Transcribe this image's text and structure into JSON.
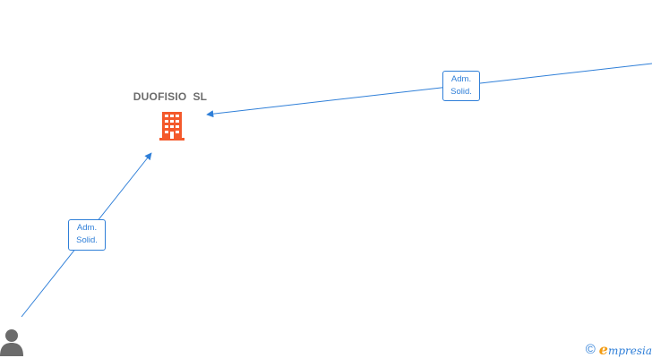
{
  "company": {
    "name": "DUOFISIO  SL",
    "icon": "building-icon",
    "icon_color": "#f4592b"
  },
  "relations": [
    {
      "line1": "Adm.",
      "line2": "Solid."
    },
    {
      "line1": "Adm.",
      "line2": "Solid."
    }
  ],
  "person": {
    "icon": "person-icon",
    "color": "#6b6b6b"
  },
  "edge_color": "#2f7fd8",
  "footer": {
    "symbol": "©",
    "brand_initial": "e",
    "brand_rest": "mpresia"
  }
}
